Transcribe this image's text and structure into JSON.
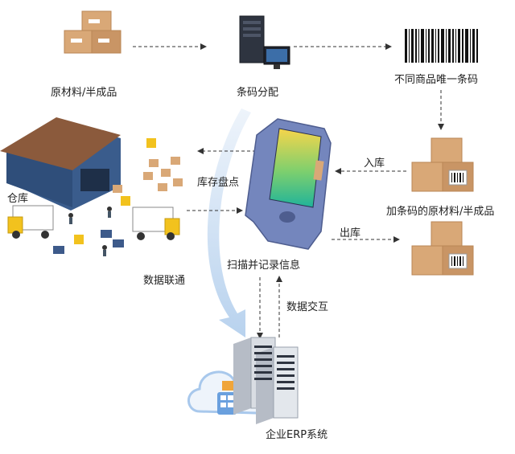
{
  "nodes": {
    "raw_material": "原材料/半成品",
    "barcode_assign": "条码分配",
    "unique_barcode": "不同商品唯一条码",
    "inbound": "入库",
    "barcoded_material": "加条码的原材料/半成品",
    "outbound": "出库",
    "warehouse": "仓库",
    "inventory_check": "库存盘点",
    "scan_record": "扫描并记录信息",
    "data_link": "数据联通",
    "data_exchange": "数据交互",
    "erp": "企业ERP系统"
  },
  "colors": {
    "arrow": "#333333",
    "box": "#d9a877",
    "box_dark": "#b98655",
    "scanner": "#6b7fb8",
    "screen_green": "#35c48b",
    "screen_yellow": "#f5d24a",
    "server": "#d9dde3",
    "cloud": "#a8c8ec",
    "curve": "#cfe0f3"
  },
  "icons": [
    "box-stack-icon",
    "server-tower-icon",
    "barcode-icon",
    "handheld-scanner-icon",
    "warehouse-icon",
    "server-rack-icon",
    "cloud-icon"
  ]
}
